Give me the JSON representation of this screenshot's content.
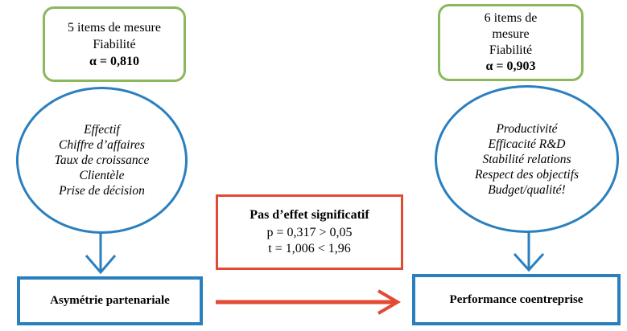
{
  "left": {
    "info_lines": [
      "5 items de mesure",
      "Fiabilité"
    ],
    "alpha": "α = 0,810",
    "items": [
      "Effectif",
      "Chiffre d’affaires",
      "Taux de croissance",
      "Clientèle",
      "Prise de décision"
    ],
    "construct": "Asymétrie partenariale"
  },
  "right": {
    "info_lines": [
      "6 items de",
      "mesure",
      "Fiabilité"
    ],
    "alpha": "α = 0,903",
    "items": [
      "Productivité",
      "Efficacité R&D",
      "Stabilité relations",
      "Respect des objectifs",
      "Budget/qualité!"
    ],
    "construct": "Performance coentreprise"
  },
  "result": {
    "heading": "Pas d’effet significatif",
    "lines": [
      "p = 0,317 > 0,05",
      "t = 1,006 < 1,96"
    ]
  },
  "colors": {
    "green": "#8ab85c",
    "blue": "#2a7fbf",
    "red": "#e24a33"
  }
}
